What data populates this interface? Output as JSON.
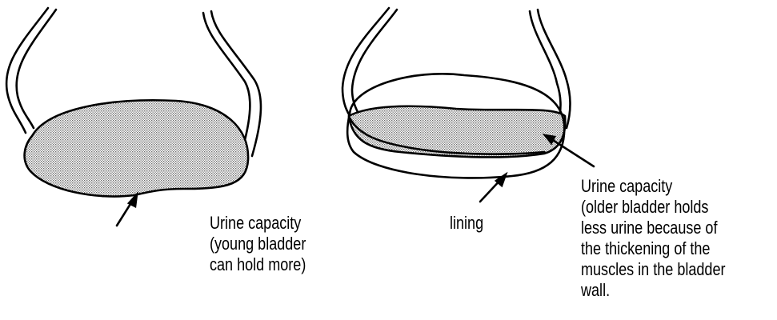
{
  "young_bladder": {
    "label_lines": [
      "Urine capacity",
      "(young bladder",
      "can hold more)"
    ]
  },
  "old_bladder": {
    "lining_label": "lining",
    "label_lines": [
      "Urine capacity",
      "(older bladder holds",
      "less urine because of",
      "the thickening of the",
      "muscles in the bladder",
      "wall."
    ]
  },
  "colors": {
    "stroke": "#000000",
    "fill_stipple": "#9a9a9a",
    "background": "#ffffff"
  }
}
